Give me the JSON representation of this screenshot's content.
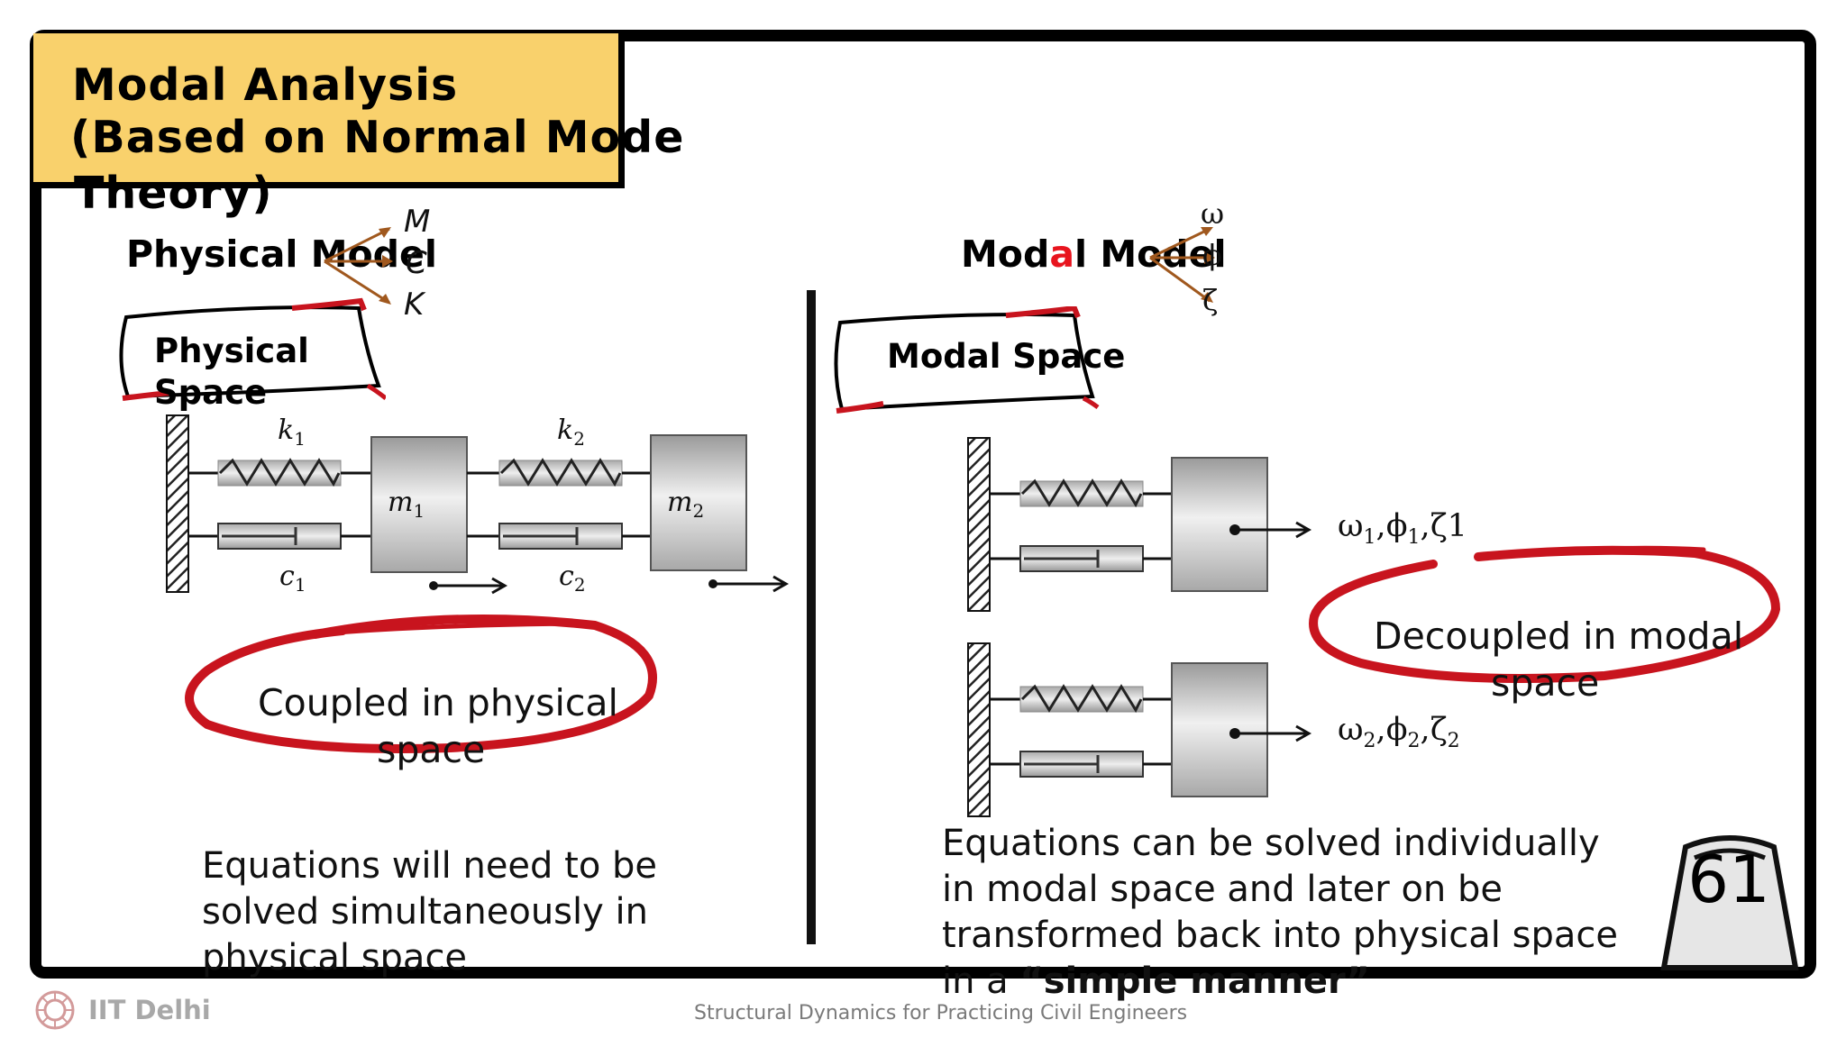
{
  "title": {
    "line1": "Modal Analysis",
    "line2": "(Based on Normal Mode",
    "line3": "Theory)"
  },
  "left": {
    "heading": "Physical Model",
    "params": [
      "M",
      "C",
      "K"
    ],
    "banner": [
      "Physical",
      "Space"
    ],
    "labels": {
      "k1": "k",
      "k1_sub": "1",
      "k2": "k",
      "k2_sub": "2",
      "m1": "m",
      "m1_sub": "1",
      "m2": "m",
      "m2_sub": "2",
      "c1": "c",
      "c1_sub": "1",
      "c2": "c",
      "c2_sub": "2"
    },
    "oval": [
      "Coupled in physical",
      "space"
    ],
    "body": [
      "Equations will need to be",
      "solved simultaneously in",
      "physical space"
    ]
  },
  "right": {
    "heading_pre": "Mod",
    "heading_highlight": "a",
    "heading_post": "l  Model",
    "params": [
      "ω",
      "ϕ",
      "ζ"
    ],
    "banner": "Modal  Space",
    "mode1": {
      "w": "ω",
      "w_sub": "1",
      "p": "ϕ",
      "p_sub": "1",
      "z": "ζ1"
    },
    "mode2": {
      "w": "ω",
      "w_sub": "2",
      "p": "ϕ",
      "p_sub": "2",
      "z": "ζ",
      "z_sub": "2"
    },
    "oval": [
      "Decoupled in modal",
      "space"
    ],
    "body_lines": [
      "Equations can be solved individually",
      "in modal space and later on be",
      "transformed back into physical space"
    ],
    "body_last_pre": "in a ",
    "body_last_bold": "“simple  manner”"
  },
  "slide_number": "61",
  "footer": {
    "center": "Structural Dynamics for Practicing Civil Engineers",
    "brand": "IIT Delhi"
  },
  "colors": {
    "title_bg": "#f9d16c",
    "oval_red": "#c8141e",
    "highlight_red": "#e8141e",
    "arrow_brown": "#a0581e"
  }
}
